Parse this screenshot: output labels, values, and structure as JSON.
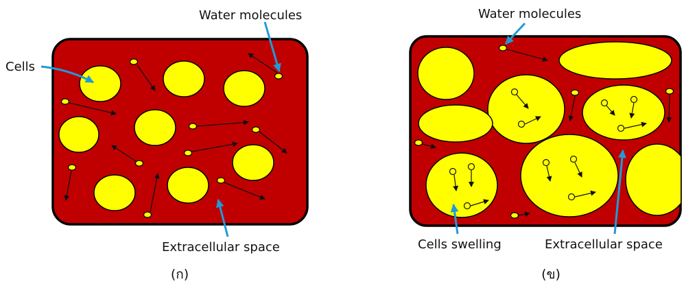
{
  "colors": {
    "tissue": "#c00000",
    "cell": "#ffff00",
    "outline": "#000000",
    "pointer": "#1e9bd8"
  },
  "panel_a": {
    "labels": {
      "water_molecules": "Water molecules",
      "cells": "Cells",
      "extracellular_space": "Extracellular space"
    },
    "caption": "(ก)"
  },
  "panel_b": {
    "labels": {
      "water_molecules": "Water molecules",
      "cells_swelling": "Cells swelling",
      "extracellular_space": "Extracellular space"
    },
    "caption": "(ข)"
  }
}
